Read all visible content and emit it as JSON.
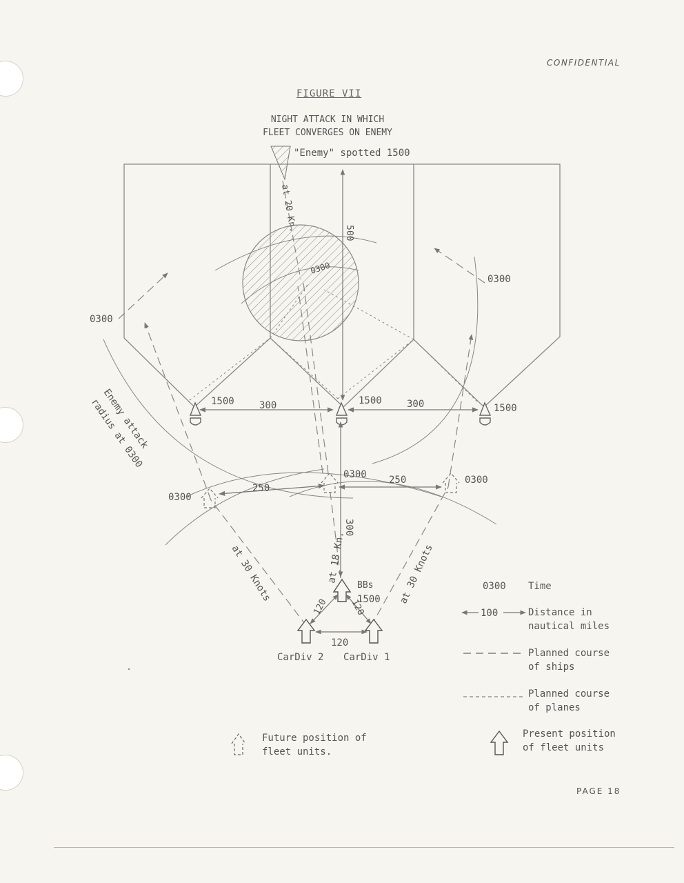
{
  "header": {
    "confidential": "CONFIDENTIAL"
  },
  "figure": {
    "title": "FIGURE VII",
    "subtitle_line1": "NIGHT ATTACK IN WHICH",
    "subtitle_line2": "FLEET CONVERGES ON ENEMY"
  },
  "diagram": {
    "enemy_label": "\"Enemy\" spotted 1500",
    "enemy_speed": "at 20 Kn.",
    "enemy_position_time": "0300",
    "d500": "500",
    "t_left_outer": "0300",
    "t_right_outer": "0300",
    "t_1500_left": "1500",
    "t_1500_center": "1500",
    "t_1500_right": "1500",
    "d300_left": "300",
    "d300_right": "300",
    "radius_line1": "Enemy attack",
    "radius_line2": "radius at 0300",
    "t_0300_left": "0300",
    "t_0300_center": "0300",
    "t_0300_right": "0300",
    "d250_left": "250",
    "d250_right": "250",
    "d300_vertical": "300",
    "speed_left": "at 30 Knots",
    "speed_center": "at 18 Kn.",
    "speed_right": "at 30 Knots",
    "ebs": "BBs",
    "ebs_time": "1500",
    "d120_left": "120",
    "d120_right": "120",
    "d120_bottom": "120",
    "cardiv2": "CarDiv 2",
    "cardiv1": "CarDiv 1"
  },
  "legend": {
    "time_sample": "0300",
    "time_label": "Time",
    "distance_sample": "100",
    "distance_line1": "Distance in",
    "distance_line2": "nautical miles",
    "ships_line1": "Planned course",
    "ships_line2": "of ships",
    "planes_line1": "Planned course",
    "planes_line2": "of planes",
    "future_line1": "Future position of",
    "future_line2": "fleet units.",
    "present_line1": "Present position",
    "present_line2": "of fleet units"
  },
  "footer": {
    "page": "PAGE 18"
  }
}
